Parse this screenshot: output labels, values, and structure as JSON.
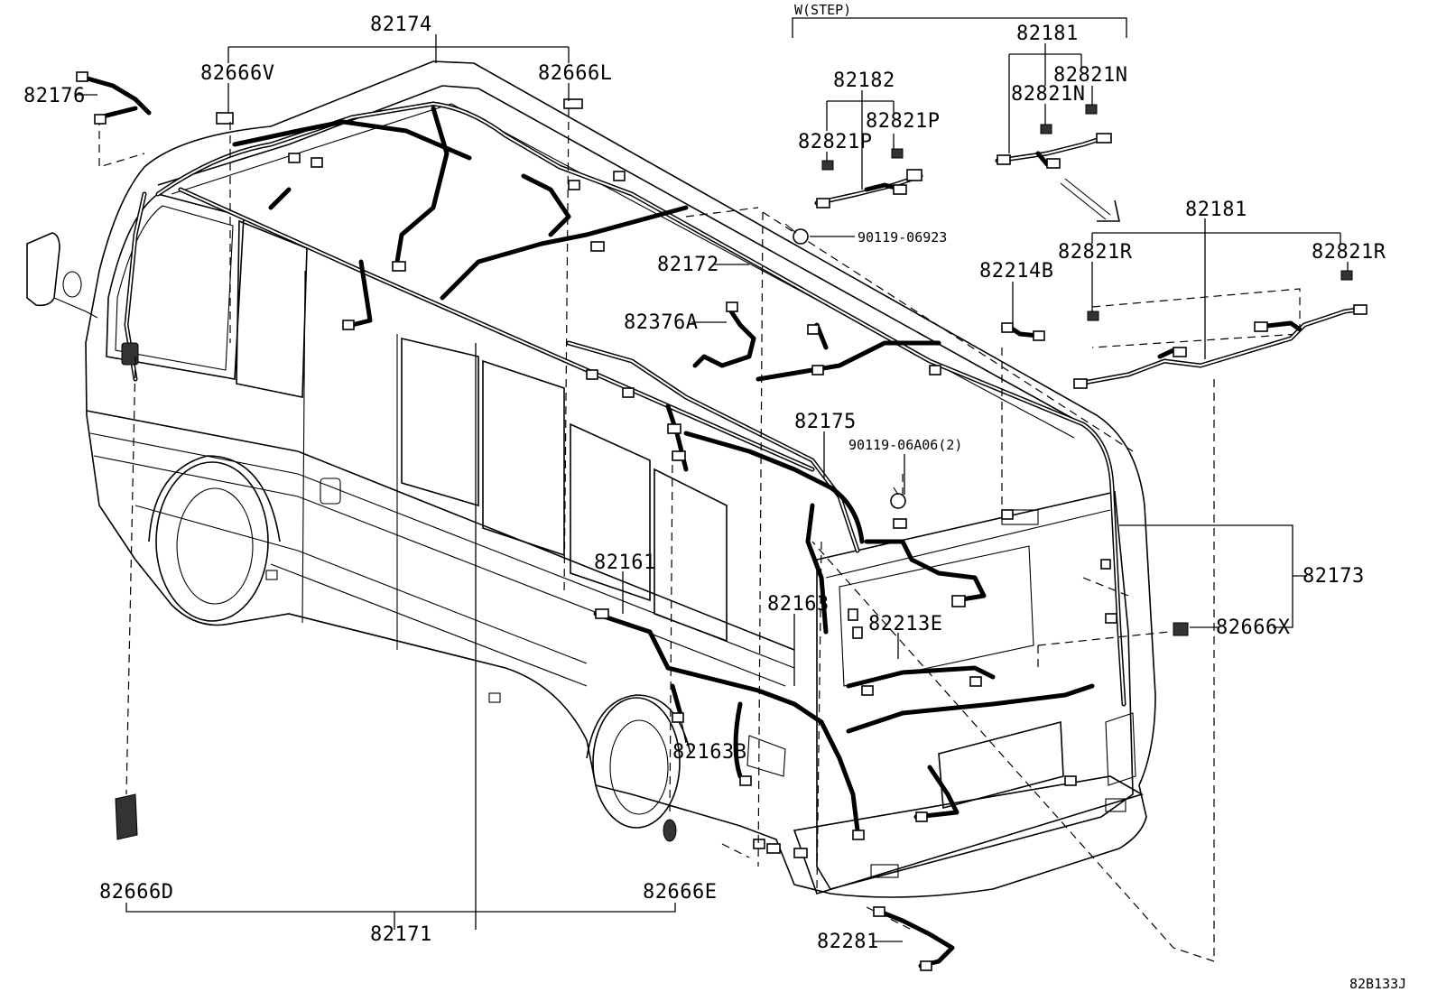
{
  "diagram": {
    "code": "82B133J",
    "group_header": "W(STEP)",
    "labels": {
      "p82174": "82174",
      "p82176": "82176",
      "p82666V": "82666V",
      "p82666L": "82666L",
      "p82182": "82182",
      "p82181_top": "82181",
      "p82821N_a": "82821N",
      "p82821N_b": "82821N",
      "p82821P_a": "82821P",
      "p82821P_b": "82821P",
      "p90119_06923": "90119-06923",
      "p82172": "82172",
      "p82214B": "82214B",
      "p82181_bottom": "82181",
      "p82821R_a": "82821R",
      "p82821R_b": "82821R",
      "p82376A": "82376A",
      "p82175": "82175",
      "p90119_06A06": "90119-06A06(2)",
      "p82173": "82173",
      "p82161": "82161",
      "p82163": "82163",
      "p82213E": "82213E",
      "p82666X": "82666X",
      "p82163B": "82163B",
      "p82666D": "82666D",
      "p82666E": "82666E",
      "p82171": "82171",
      "p82281": "82281"
    }
  }
}
